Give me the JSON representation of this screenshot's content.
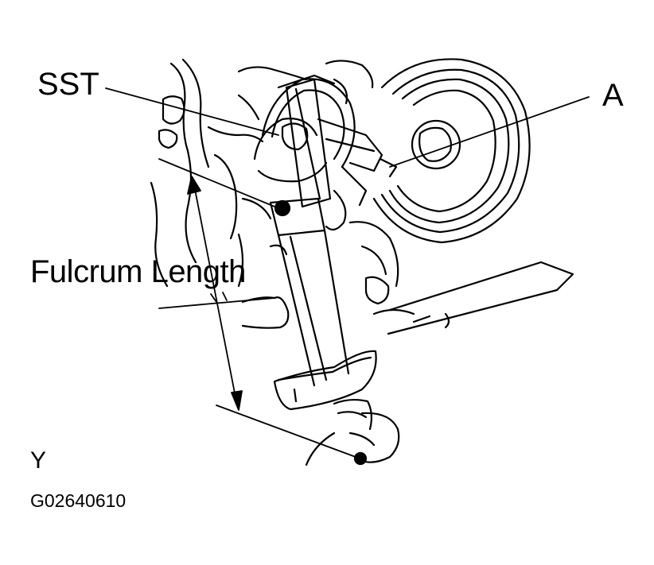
{
  "labels": {
    "sst": "SST",
    "a": "A",
    "fulcrum_length": "Fulcrum Length",
    "y": "Y",
    "figure_code": "G02640610"
  },
  "colors": {
    "line": "#000000",
    "background": "#ffffff"
  }
}
